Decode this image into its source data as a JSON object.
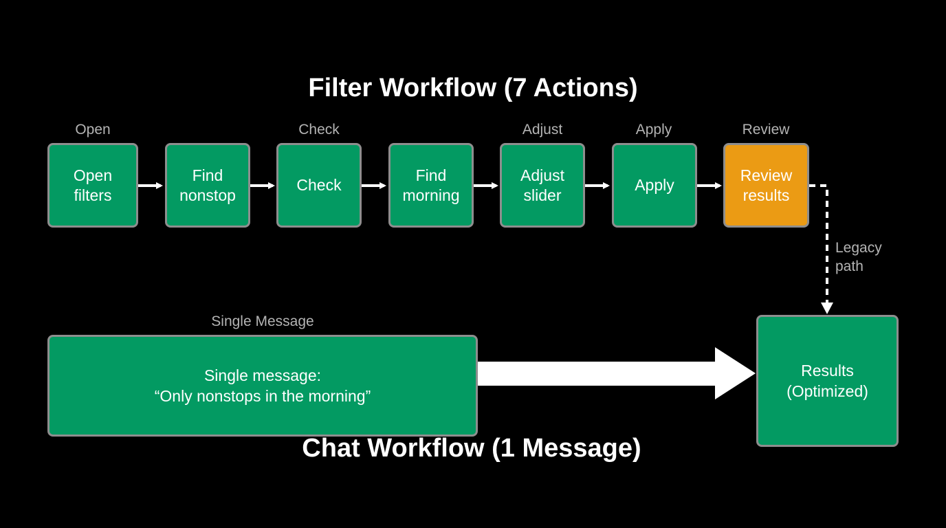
{
  "titles": {
    "top": "Filter Workflow (7 Actions)",
    "bottom": "Chat Workflow (1 Message)"
  },
  "steps": [
    {
      "label": "Open",
      "text": "Open\nfilters"
    },
    {
      "label": "",
      "text": "Find\nnonstop"
    },
    {
      "label": "Check",
      "text": "Check"
    },
    {
      "label": "",
      "text": "Find\nmorning"
    },
    {
      "label": "Adjust",
      "text": "Adjust\nslider"
    },
    {
      "label": "Apply",
      "text": "Apply"
    },
    {
      "label": "Review",
      "text": "Review\nresults",
      "highlight": true
    }
  ],
  "legacy_label": "Legacy\npath",
  "chat": {
    "label": "Single Message",
    "text": "Single message:\n“Only nonstops in the morning”"
  },
  "results": {
    "text": "Results\n(Optimized)"
  },
  "colors": {
    "background": "#000000",
    "step_fill": "#039a62",
    "highlight_fill": "#eb9b14",
    "border": "#8e8e8e",
    "arrow": "#ffffff",
    "label_text": "#b4b4b4"
  }
}
